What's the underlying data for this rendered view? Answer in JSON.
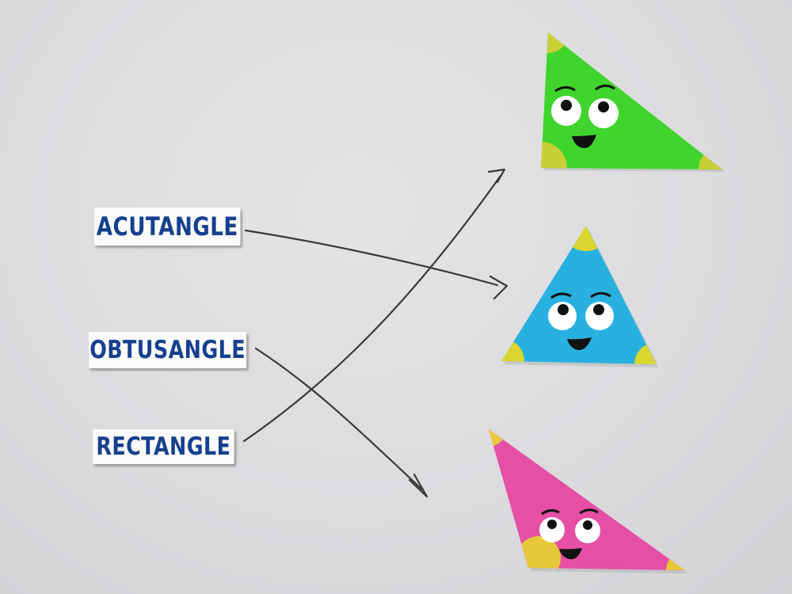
{
  "labels": {
    "acute": "ACUTANGLE",
    "obtuse": "OBTUSANGLE",
    "right": "RECTANGLE"
  },
  "triangles": [
    {
      "name": "green-right-triangle",
      "color": "#3fd52d",
      "corner_color": "#c9cf37"
    },
    {
      "name": "blue-acute-triangle",
      "color": "#28b1e0",
      "corner_color": "#d9d630"
    },
    {
      "name": "pink-obtuse-triangle",
      "color": "#e54fa6",
      "corner_color": "#e7c83a"
    }
  ],
  "colors": {
    "background": "#dedee0",
    "card": "#fbfbfb",
    "label_text": "#16408f",
    "arrow": "#3a3838"
  }
}
